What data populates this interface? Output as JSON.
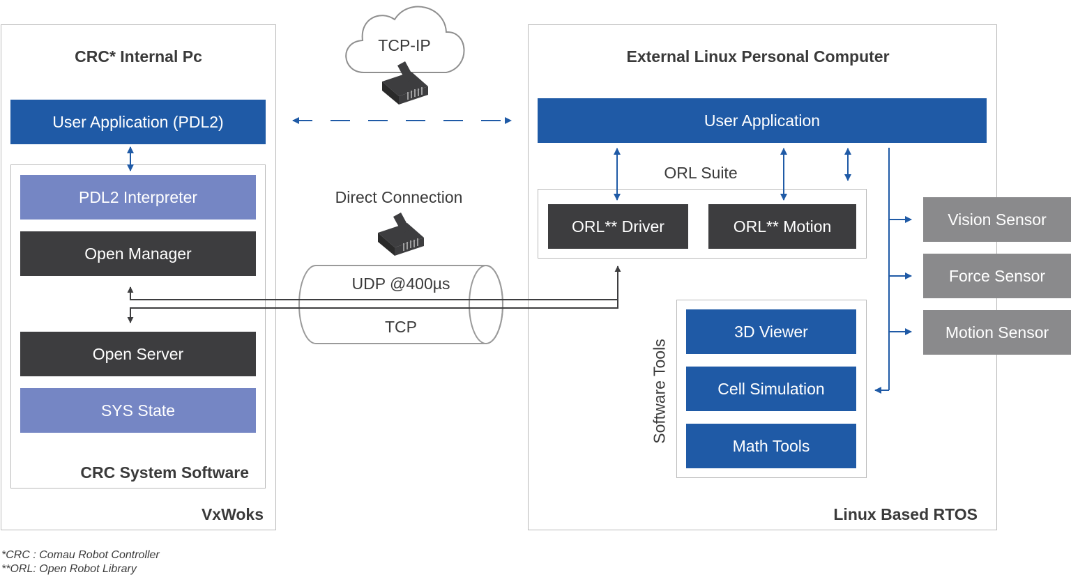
{
  "left_panel": {
    "title": "CRC* Internal Pc",
    "user_app": "User Application (PDL2)",
    "interpreter": "PDL2 Interpreter",
    "open_manager": "Open Manager",
    "open_server": "Open Server",
    "sys_state": "SYS State",
    "system_software": "CRC System Software",
    "os": "VxWoks"
  },
  "middle": {
    "cloud": "TCP-IP",
    "direct_connection": "Direct Connection",
    "udp": "UDP @400µs",
    "tcp": "TCP"
  },
  "right_panel": {
    "title": "External Linux Personal Computer",
    "user_app": "User Application",
    "orl_suite": "ORL Suite",
    "orl_driver": "ORL** Driver",
    "orl_motion": "ORL** Motion",
    "software_tools": "Software Tools",
    "viewer": "3D Viewer",
    "cell_sim": "Cell Simulation",
    "math_tools": "Math Tools",
    "os": "Linux Based RTOS"
  },
  "sensors": {
    "vision": "Vision Sensor",
    "force": "Force Sensor",
    "motion": "Motion Sensor"
  },
  "footnotes": {
    "crc": "*CRC : Comau Robot Controller",
    "orl": "**ORL: Open Robot Library"
  },
  "colors": {
    "blue": "#1f5aa6",
    "lavender": "#7586c4",
    "dark": "#3d3d3f",
    "grey": "#8a8a8c"
  }
}
